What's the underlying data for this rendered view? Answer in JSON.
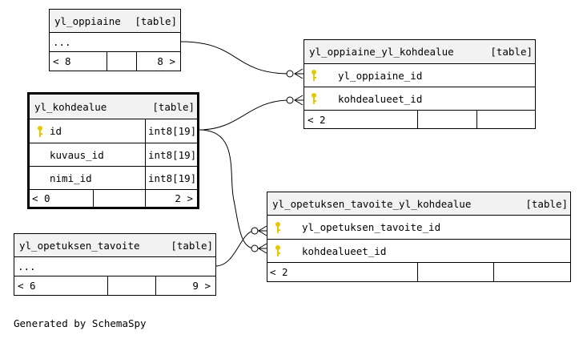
{
  "tables": {
    "yl_oppiaine": {
      "name": "yl_oppiaine",
      "kind": "[table]",
      "ellipsis": "...",
      "footer": {
        "left": "< 8",
        "right": "8 >"
      }
    },
    "yl_oppiaine_yl_kohdealue": {
      "name": "yl_oppiaine_yl_kohdealue",
      "kind": "[table]",
      "columns": [
        {
          "name": "yl_oppiaine_id"
        },
        {
          "name": "kohdealueet_id"
        }
      ],
      "footer": {
        "left": "< 2",
        "right": ""
      }
    },
    "yl_kohdealue": {
      "name": "yl_kohdealue",
      "kind": "[table]",
      "columns": [
        {
          "name": "id",
          "type": "int8[19]"
        },
        {
          "name": "kuvaus_id",
          "type": "int8[19]"
        },
        {
          "name": "nimi_id",
          "type": "int8[19]"
        }
      ],
      "footer": {
        "left": "< 0",
        "right": "2 >"
      }
    },
    "yl_opetuksen_tavoite_yl_kohdealue": {
      "name": "yl_opetuksen_tavoite_yl_kohdealue",
      "kind": "[table]",
      "columns": [
        {
          "name": "yl_opetuksen_tavoite_id"
        },
        {
          "name": "kohdealueet_id"
        }
      ],
      "footer": {
        "left": "< 2",
        "right": ""
      }
    },
    "yl_opetuksen_tavoite": {
      "name": "yl_opetuksen_tavoite",
      "kind": "[table]",
      "ellipsis": "...",
      "footer": {
        "left": "< 6",
        "right": "9 >"
      }
    }
  },
  "footer_text": "Generated by SchemaSpy",
  "colors": {
    "key_icon": "#e6c800",
    "header_bg": "#f2f2f2",
    "line": "#000000"
  }
}
